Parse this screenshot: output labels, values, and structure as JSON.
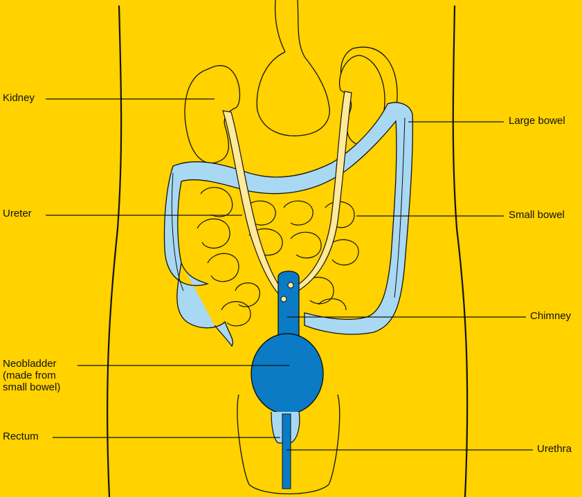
{
  "labels": {
    "kidney": "Kidney",
    "ureter": "Ureter",
    "neobladder_line1": "Neobladder",
    "neobladder_line2": "(made from",
    "neobladder_line3": "small bowel)",
    "rectum": "Rectum",
    "large_bowel": "Large bowel",
    "small_bowel": "Small bowel",
    "chimney": "Chimney",
    "urethra": "Urethra"
  },
  "colors": {
    "background": "#FFD200",
    "large_bowel": "#A9D8F2",
    "neobladder": "#0A7BC4",
    "kidney_ureter": "#FFE99A",
    "outline": "#111111"
  }
}
